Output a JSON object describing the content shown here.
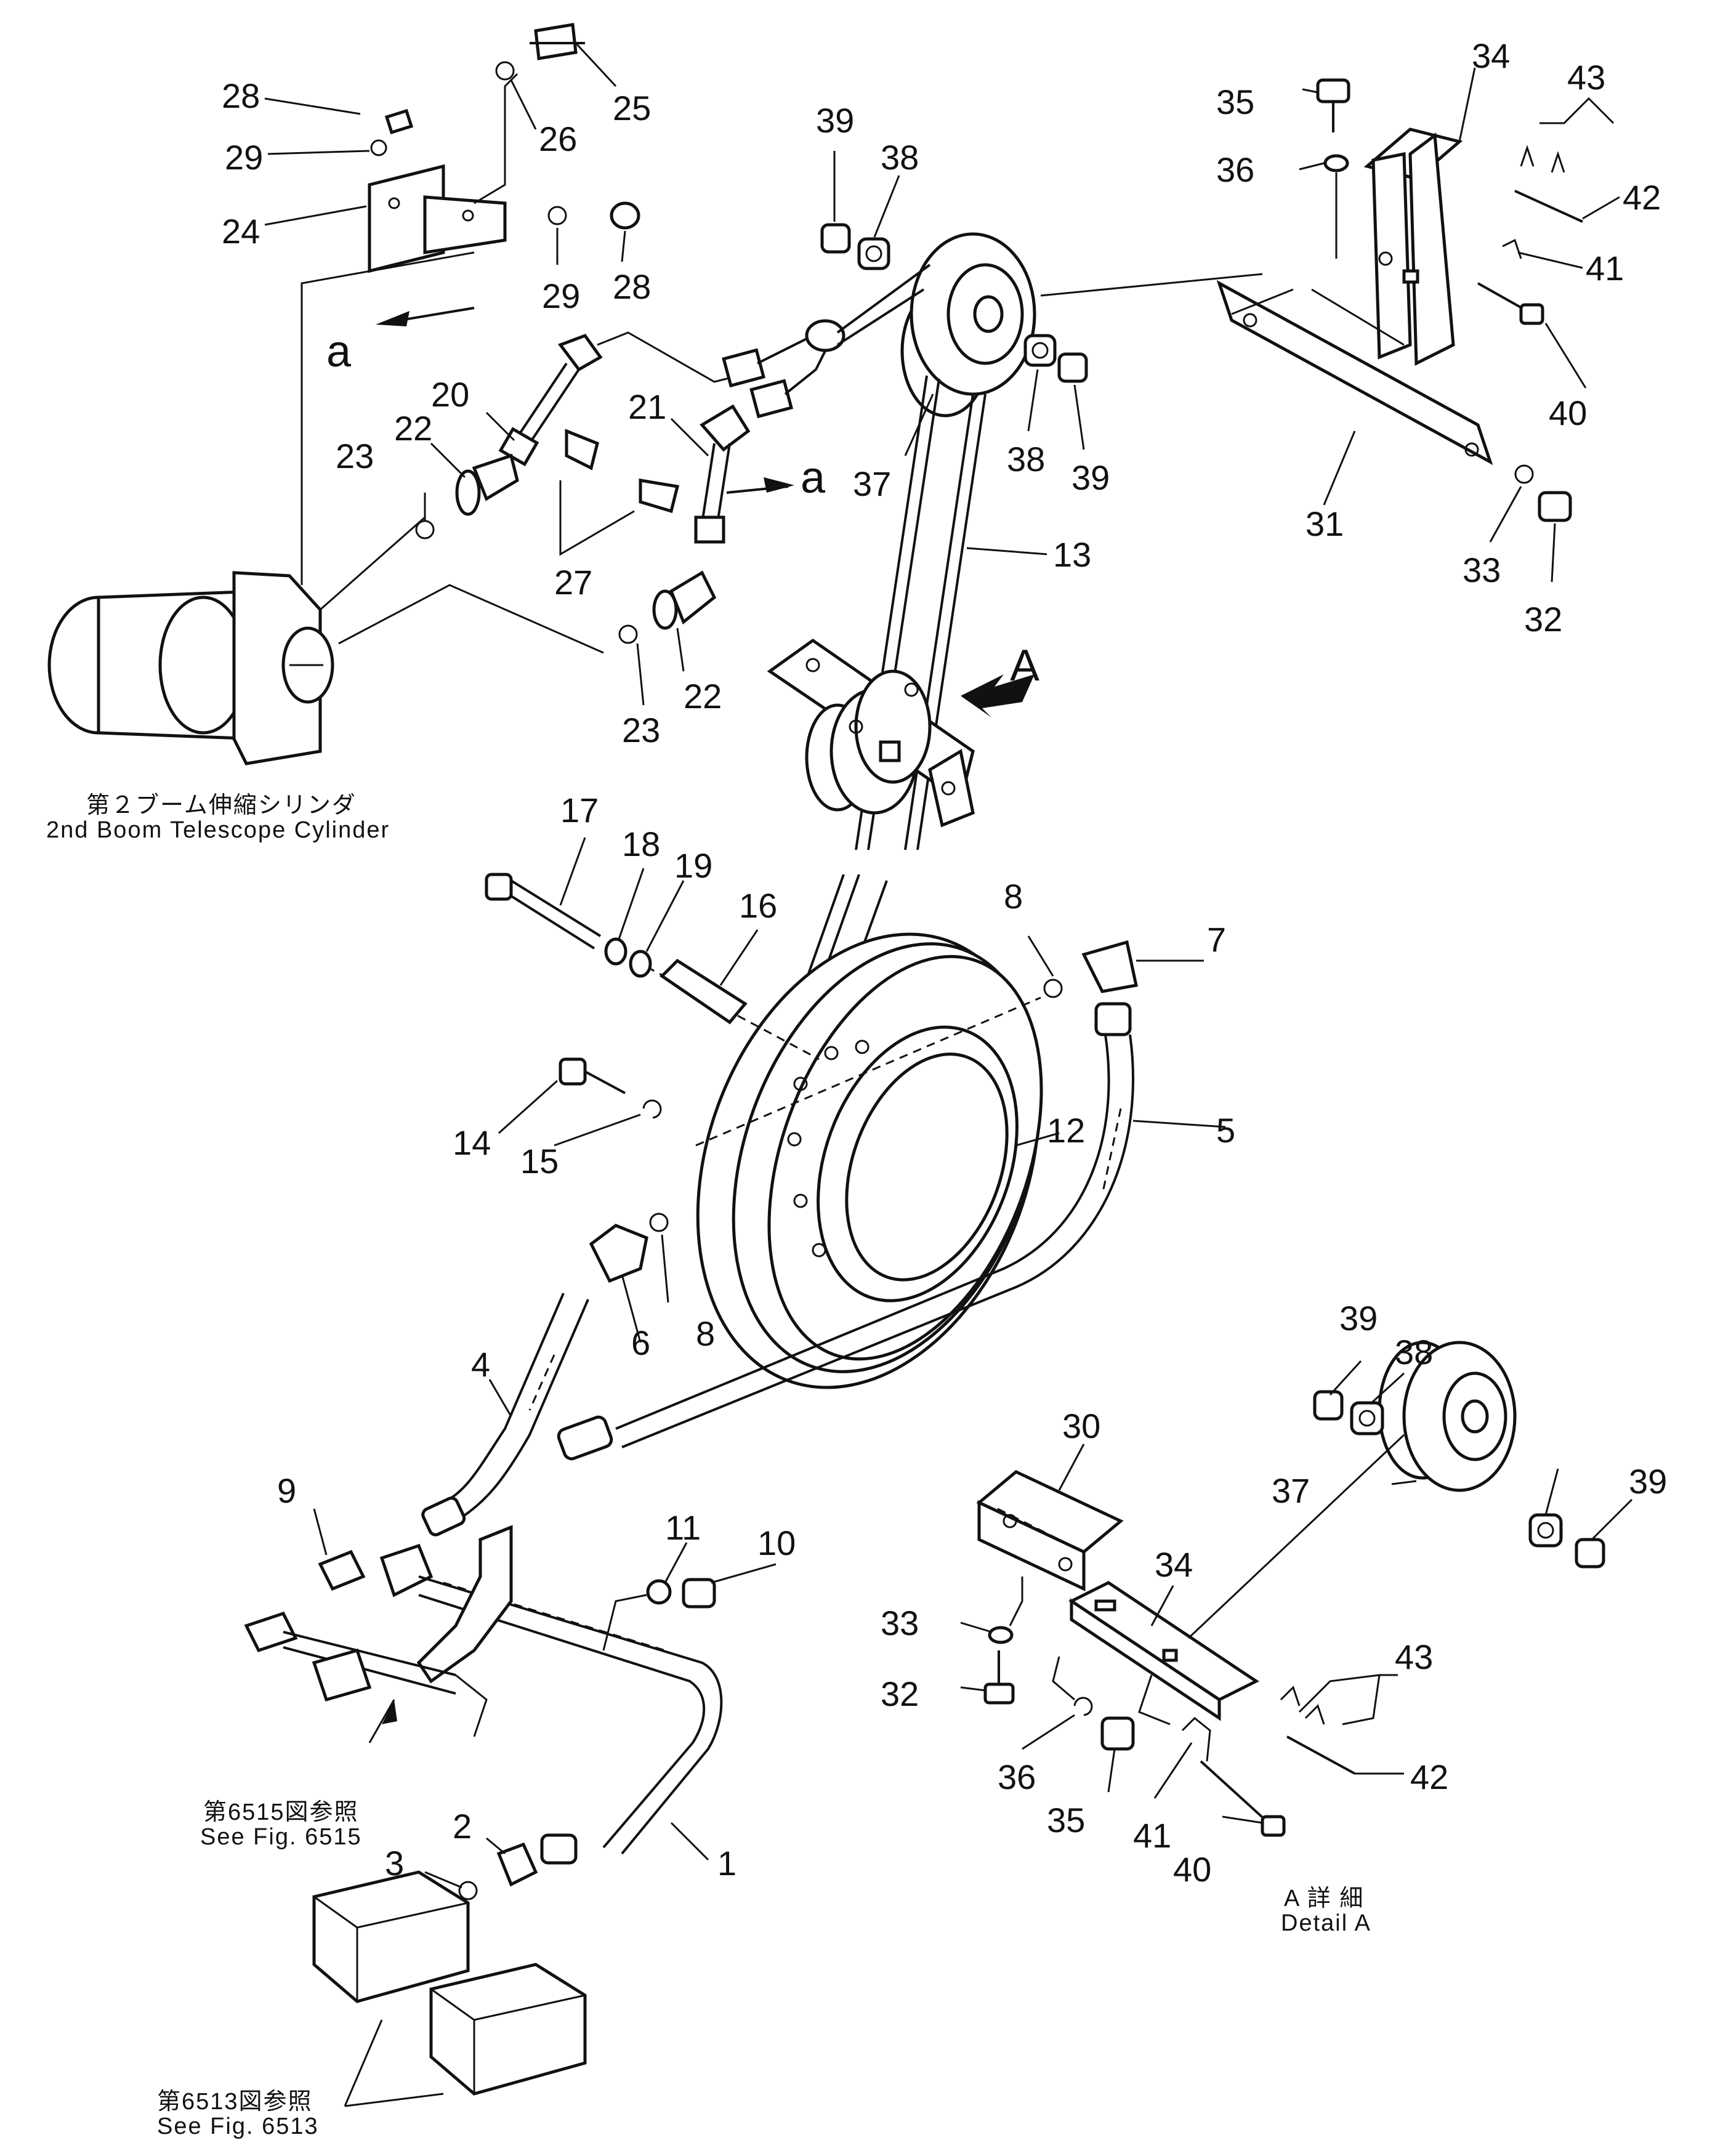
{
  "callouts": [
    {
      "id": "n1",
      "text": "1"
    },
    {
      "id": "n2",
      "text": "2"
    },
    {
      "id": "n3",
      "text": "3"
    },
    {
      "id": "n4",
      "text": "4"
    },
    {
      "id": "n5",
      "text": "5"
    },
    {
      "id": "n6",
      "text": "6"
    },
    {
      "id": "n7",
      "text": "7"
    },
    {
      "id": "n8a",
      "text": "8"
    },
    {
      "id": "n8b",
      "text": "8"
    },
    {
      "id": "n9",
      "text": "9"
    },
    {
      "id": "n10",
      "text": "10"
    },
    {
      "id": "n11",
      "text": "11"
    },
    {
      "id": "n12",
      "text": "12"
    },
    {
      "id": "n13",
      "text": "13"
    },
    {
      "id": "n14",
      "text": "14"
    },
    {
      "id": "n15",
      "text": "15"
    },
    {
      "id": "n16",
      "text": "16"
    },
    {
      "id": "n17",
      "text": "17"
    },
    {
      "id": "n18",
      "text": "18"
    },
    {
      "id": "n19",
      "text": "19"
    },
    {
      "id": "n20",
      "text": "20"
    },
    {
      "id": "n21",
      "text": "21"
    },
    {
      "id": "n22a",
      "text": "22"
    },
    {
      "id": "n22b",
      "text": "22"
    },
    {
      "id": "n23a",
      "text": "23"
    },
    {
      "id": "n23b",
      "text": "23"
    },
    {
      "id": "n24",
      "text": "24"
    },
    {
      "id": "n25",
      "text": "25"
    },
    {
      "id": "n26",
      "text": "26"
    },
    {
      "id": "n27",
      "text": "27"
    },
    {
      "id": "n28a",
      "text": "28"
    },
    {
      "id": "n28b",
      "text": "28"
    },
    {
      "id": "n29a",
      "text": "29"
    },
    {
      "id": "n29b",
      "text": "29"
    },
    {
      "id": "n30",
      "text": "30"
    },
    {
      "id": "n31",
      "text": "31"
    },
    {
      "id": "n32a",
      "text": "32"
    },
    {
      "id": "n32b",
      "text": "32"
    },
    {
      "id": "n33a",
      "text": "33"
    },
    {
      "id": "n33b",
      "text": "33"
    },
    {
      "id": "n34a",
      "text": "34"
    },
    {
      "id": "n34b",
      "text": "34"
    },
    {
      "id": "n35a",
      "text": "35"
    },
    {
      "id": "n35b",
      "text": "35"
    },
    {
      "id": "n36a",
      "text": "36"
    },
    {
      "id": "n36b",
      "text": "36"
    },
    {
      "id": "n37a",
      "text": "37"
    },
    {
      "id": "n37b",
      "text": "37"
    },
    {
      "id": "n38a",
      "text": "38"
    },
    {
      "id": "n38b",
      "text": "38"
    },
    {
      "id": "n38c",
      "text": "38"
    },
    {
      "id": "n39a",
      "text": "39"
    },
    {
      "id": "n39b",
      "text": "39"
    },
    {
      "id": "n39c",
      "text": "39"
    },
    {
      "id": "n39d",
      "text": "39"
    },
    {
      "id": "n40a",
      "text": "40"
    },
    {
      "id": "n40b",
      "text": "40"
    },
    {
      "id": "n41a",
      "text": "41"
    },
    {
      "id": "n41b",
      "text": "41"
    },
    {
      "id": "n42a",
      "text": "42"
    },
    {
      "id": "n42b",
      "text": "42"
    },
    {
      "id": "n43a",
      "text": "43"
    },
    {
      "id": "n43b",
      "text": "43"
    }
  ],
  "markers": {
    "view_a": "A",
    "section_a1": "a",
    "section_a2": "a"
  },
  "captions": {
    "cylinder_jp": "第２ブーム伸縮シリンダ",
    "cylinder_en": "2nd  Boom  Telescope  Cylinder",
    "fig6515_jp": "第6515図参照",
    "fig6515_en": "See Fig. 6515",
    "fig6513_jp": "第6513図参照",
    "fig6513_en": "See Fig. 6513",
    "detail_jp": "A  詳  細",
    "detail_en": "Detail  A"
  }
}
